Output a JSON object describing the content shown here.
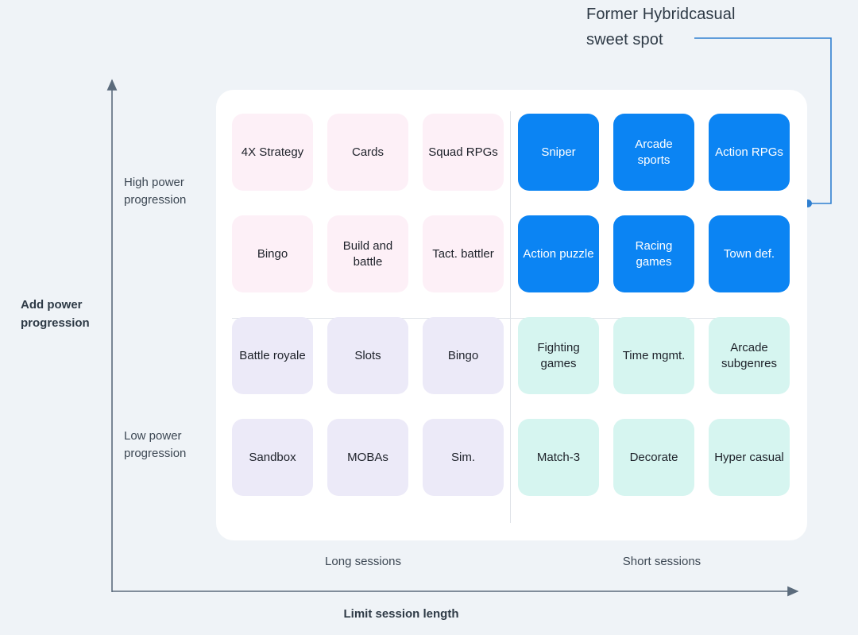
{
  "callout": {
    "line1": "Former Hybridcasual",
    "line2": "sweet spot",
    "color": "#2f7fd0"
  },
  "axes": {
    "y_title": "Add power progression",
    "x_title": "Limit session length",
    "y_tick_high": "High power progression",
    "y_tick_low": "Low power progression",
    "x_label_left": "Long sessions",
    "x_label_right": "Short sessions",
    "axis_color": "#5b6b7c"
  },
  "colors": {
    "background": "#eff3f7",
    "panel": "#ffffff",
    "pink": "#fdf0f7",
    "blue": "#0b84f3",
    "lavender": "#eceaf8",
    "mint": "#d6f5f0",
    "divider": "#dfe3e8"
  },
  "matrix": {
    "quadrants": {
      "top_left": "pink",
      "top_right": "blue",
      "bottom_left": "lavender",
      "bottom_right": "mint"
    },
    "cells": [
      {
        "label": "4X Strategy",
        "tone": "pink",
        "row": 1,
        "col": 1
      },
      {
        "label": "Cards",
        "tone": "pink",
        "row": 1,
        "col": 2
      },
      {
        "label": "Squad RPGs",
        "tone": "pink",
        "row": 1,
        "col": 3
      },
      {
        "label": "Sniper",
        "tone": "blue",
        "row": 1,
        "col": 4
      },
      {
        "label": "Arcade sports",
        "tone": "blue",
        "row": 1,
        "col": 5
      },
      {
        "label": "Action RPGs",
        "tone": "blue",
        "row": 1,
        "col": 6
      },
      {
        "label": "Bingo",
        "tone": "pink",
        "row": 2,
        "col": 1
      },
      {
        "label": "Build and battle",
        "tone": "pink",
        "row": 2,
        "col": 2
      },
      {
        "label": "Tact. battler",
        "tone": "pink",
        "row": 2,
        "col": 3
      },
      {
        "label": "Action puzzle",
        "tone": "blue",
        "row": 2,
        "col": 4
      },
      {
        "label": "Racing games",
        "tone": "blue",
        "row": 2,
        "col": 5
      },
      {
        "label": "Town def.",
        "tone": "blue",
        "row": 2,
        "col": 6
      },
      {
        "label": "Battle royale",
        "tone": "lavender",
        "row": 3,
        "col": 1
      },
      {
        "label": "Slots",
        "tone": "lavender",
        "row": 3,
        "col": 2
      },
      {
        "label": "Bingo",
        "tone": "lavender",
        "row": 3,
        "col": 3
      },
      {
        "label": "Fighting games",
        "tone": "mint",
        "row": 3,
        "col": 4
      },
      {
        "label": "Time mgmt.",
        "tone": "mint",
        "row": 3,
        "col": 5
      },
      {
        "label": "Arcade subgenres",
        "tone": "mint",
        "row": 3,
        "col": 6
      },
      {
        "label": "Sandbox",
        "tone": "lavender",
        "row": 4,
        "col": 1
      },
      {
        "label": "MOBAs",
        "tone": "lavender",
        "row": 4,
        "col": 2
      },
      {
        "label": "Sim.",
        "tone": "lavender",
        "row": 4,
        "col": 3
      },
      {
        "label": "Match-3",
        "tone": "mint",
        "row": 4,
        "col": 4
      },
      {
        "label": "Decorate",
        "tone": "mint",
        "row": 4,
        "col": 5
      },
      {
        "label": "Hyper casual",
        "tone": "mint",
        "row": 4,
        "col": 6
      }
    ]
  }
}
